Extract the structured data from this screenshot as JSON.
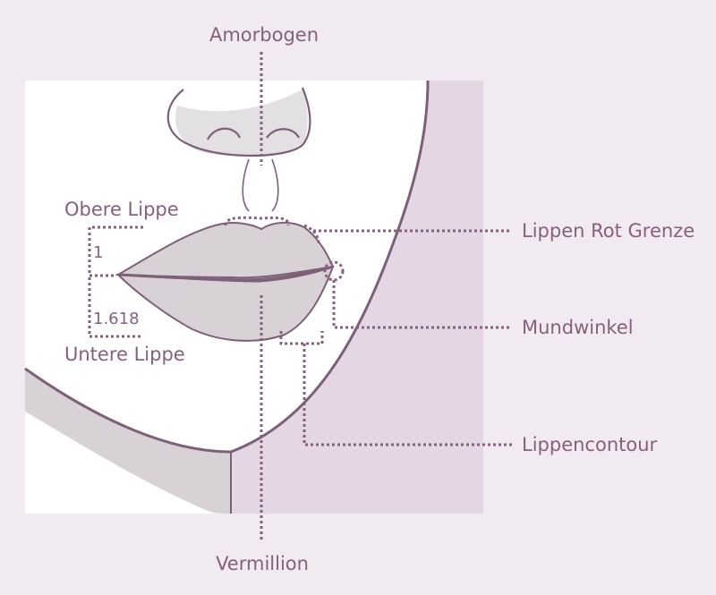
{
  "labels": {
    "amorbogen": "Amorbogen",
    "obere_lippe": "Obere Lippe",
    "ratio_upper": "1",
    "ratio_lower": "1.618",
    "untere_lippe": "Untere Lippe",
    "lippen_rot_grenze": "Lippen Rot Grenze",
    "mundwinkel": "Mundwinkel",
    "lippencontour": "Lippencontour",
    "vermillion": "Vermillion"
  },
  "colors": {
    "background": "#f2eaf1",
    "panel": "#ffffff",
    "cheek_shade": "#e4d6e5",
    "lip_fill": "#d8d2d7",
    "outline": "#7d6078",
    "label": "#85607f"
  }
}
